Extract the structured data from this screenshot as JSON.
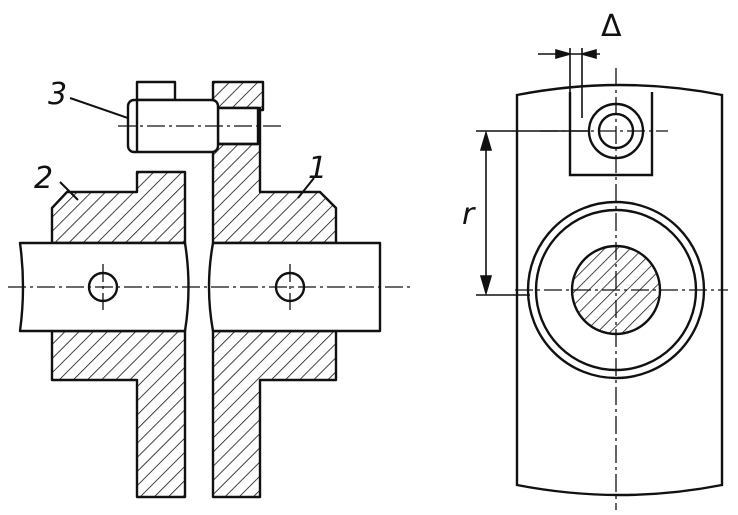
{
  "labels": {
    "part_1": "1",
    "part_2": "2",
    "part_3": "3",
    "radius": "r",
    "clearance": "Δ"
  },
  "colors": {
    "ink": "#111111",
    "paper": "#ffffff"
  }
}
